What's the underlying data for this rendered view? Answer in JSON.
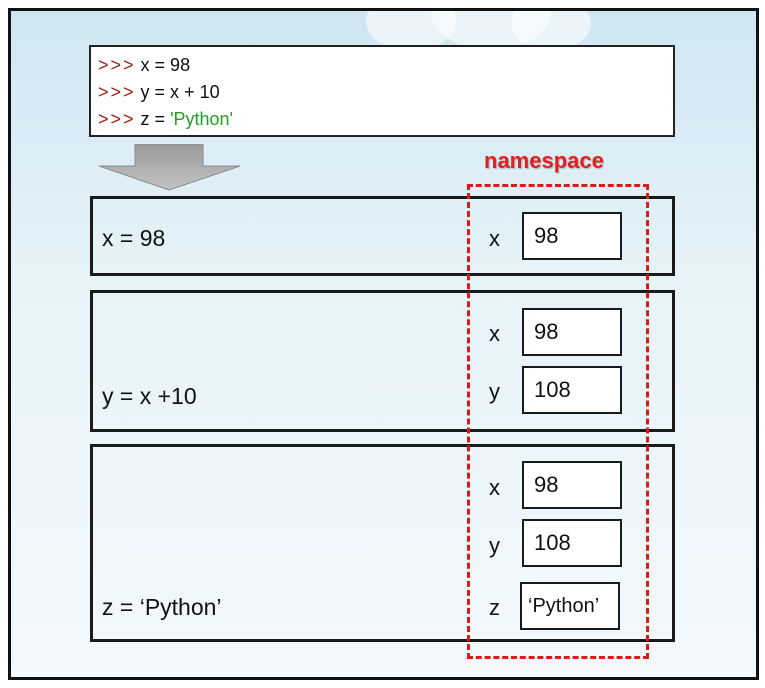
{
  "code": {
    "prompt": ">>>",
    "lines": [
      {
        "text": " x = 98",
        "str": ""
      },
      {
        "text": " y = x + 10",
        "str": ""
      },
      {
        "text": " z = ",
        "str": "'Python'"
      }
    ]
  },
  "namespace_label": "namespace",
  "steps": [
    {
      "statement": "x = 98",
      "vars": [
        {
          "name": "x",
          "value": "98"
        }
      ]
    },
    {
      "statement": "y = x +10",
      "vars": [
        {
          "name": "x",
          "value": "98"
        },
        {
          "name": "y",
          "value": "108"
        }
      ]
    },
    {
      "statement": "z = ‘Python’",
      "vars": [
        {
          "name": "x",
          "value": "98"
        },
        {
          "name": "y",
          "value": "108"
        },
        {
          "name": "z",
          "value": "‘Python’"
        }
      ]
    }
  ],
  "colors": {
    "prompt": "#a0201a",
    "string": "#22a022",
    "namespace": "#e02020",
    "arrow": "#a8a8a8"
  }
}
